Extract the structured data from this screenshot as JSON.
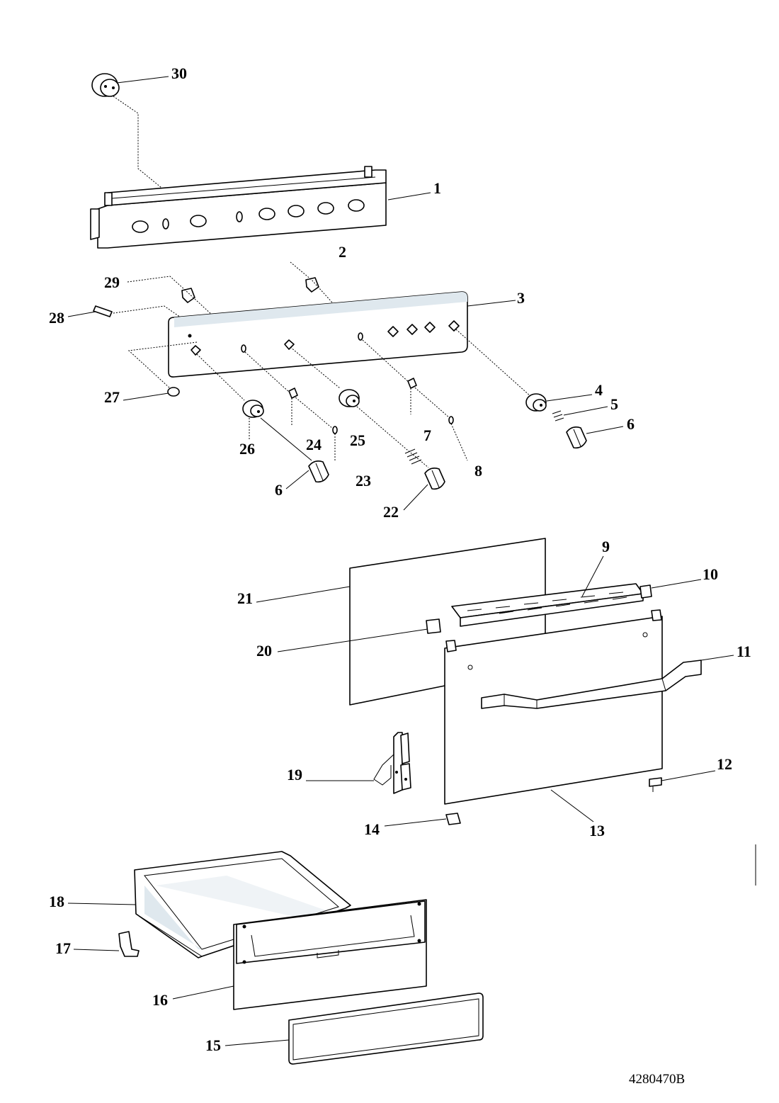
{
  "labels": [
    "1",
    "2",
    "3",
    "4",
    "5",
    "6",
    "6",
    "7",
    "8",
    "9",
    "10",
    "11",
    "12",
    "13",
    "14",
    "15",
    "16",
    "17",
    "18",
    "19",
    "20",
    "21",
    "22",
    "23",
    "24",
    "25",
    "26",
    "27",
    "28",
    "29",
    "30"
  ],
  "document_code": "4280470B"
}
